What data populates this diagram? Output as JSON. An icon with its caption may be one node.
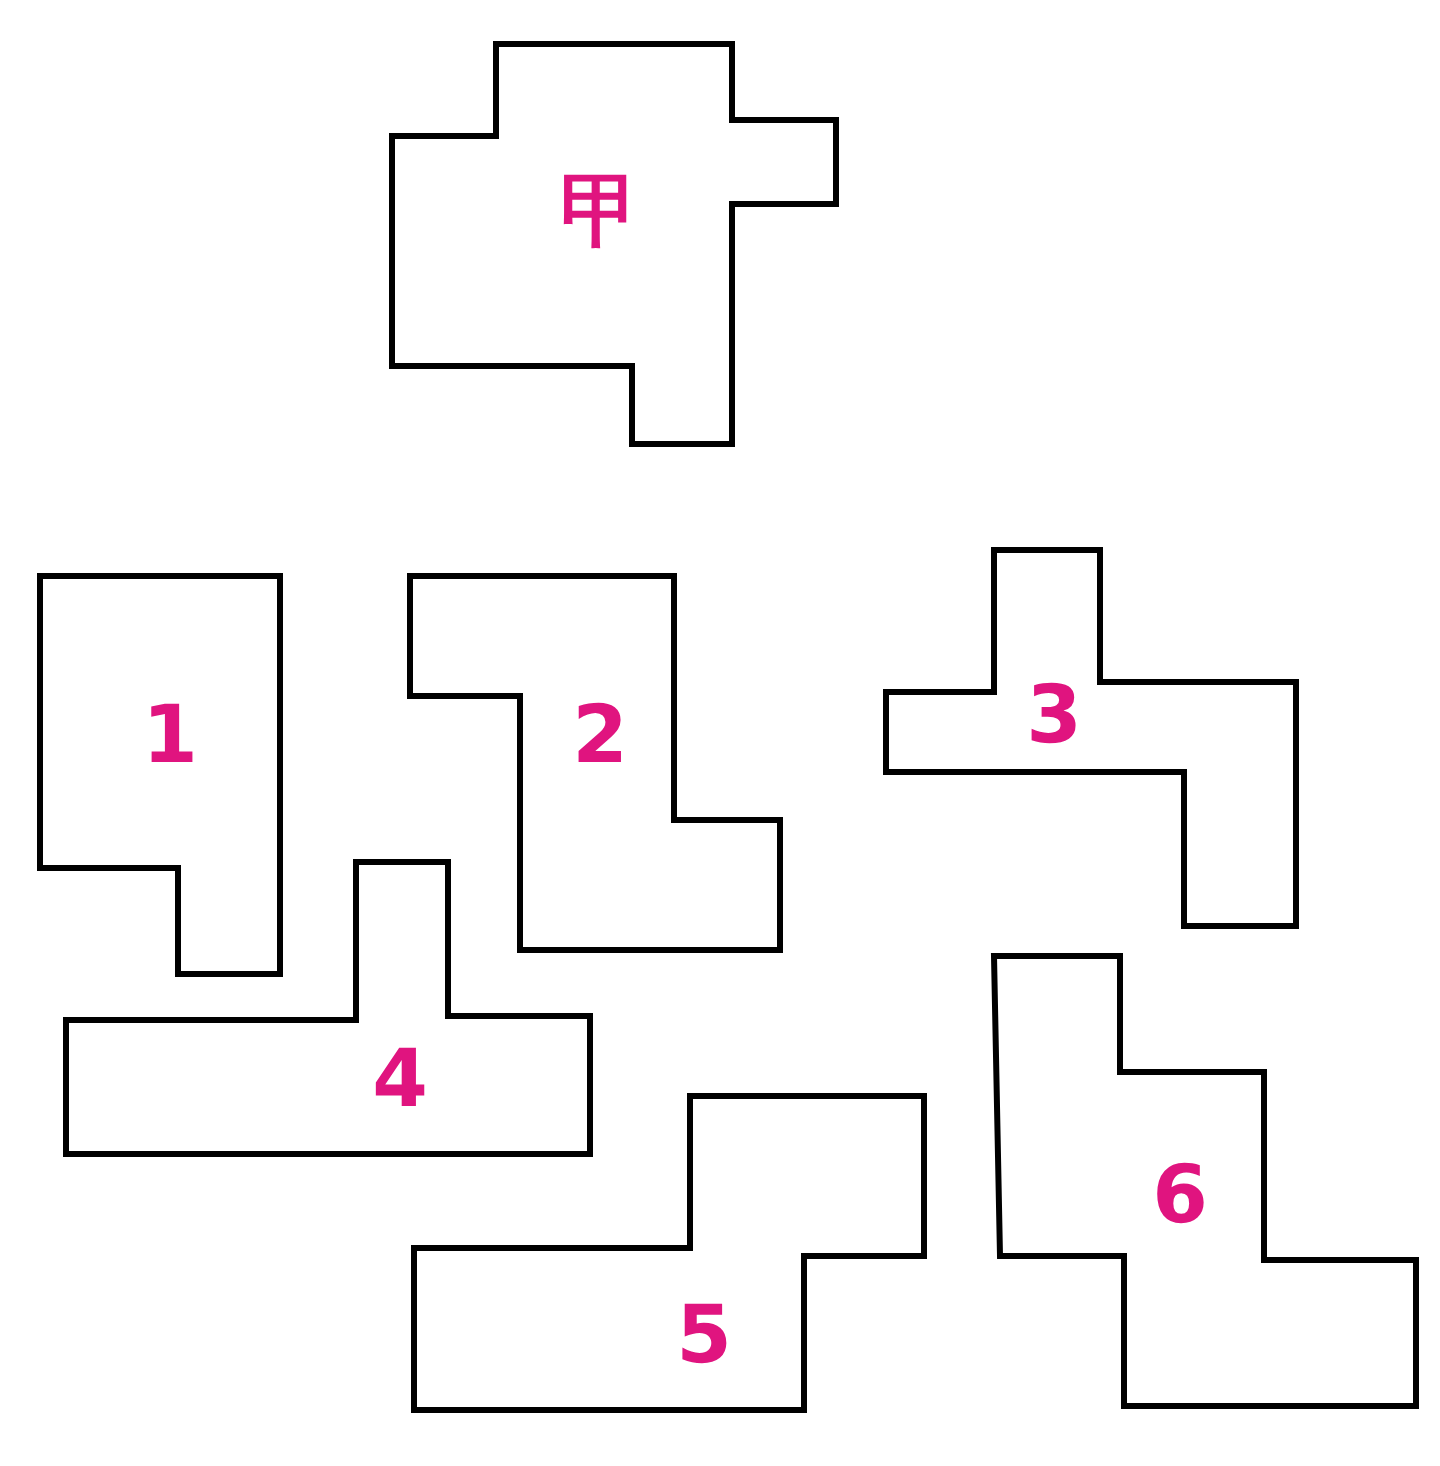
{
  "diagram": {
    "nodes": [
      {
        "text": [
          "甲"
        ]
      },
      {
        "text": [
          "1"
        ]
      },
      {
        "text": [
          "2"
        ]
      },
      {
        "text": [
          "3"
        ]
      },
      {
        "text": [
          "4"
        ]
      },
      {
        "text": [
          "5"
        ]
      },
      {
        "text": [
          "6"
        ]
      }
    ]
  }
}
